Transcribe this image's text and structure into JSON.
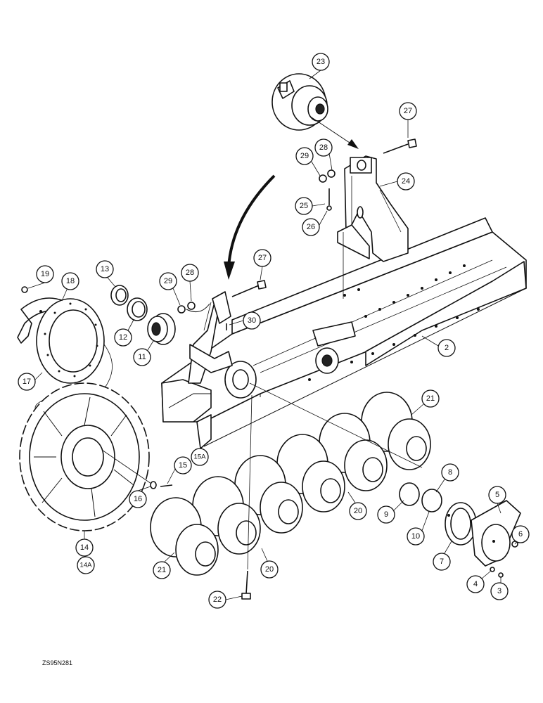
{
  "figure_code": "ZS95N281",
  "callouts": [
    {
      "id": "c23",
      "label": "23"
    },
    {
      "id": "c27a",
      "label": "27"
    },
    {
      "id": "c28a",
      "label": "28"
    },
    {
      "id": "c29a",
      "label": "29"
    },
    {
      "id": "c24",
      "label": "24"
    },
    {
      "id": "c25",
      "label": "25"
    },
    {
      "id": "c26",
      "label": "26"
    },
    {
      "id": "c19",
      "label": "19"
    },
    {
      "id": "c18",
      "label": "18"
    },
    {
      "id": "c13",
      "label": "13"
    },
    {
      "id": "c29b",
      "label": "29"
    },
    {
      "id": "c28b",
      "label": "28"
    },
    {
      "id": "c27b",
      "label": "27"
    },
    {
      "id": "c30",
      "label": "30"
    },
    {
      "id": "c12",
      "label": "12"
    },
    {
      "id": "c11",
      "label": "11"
    },
    {
      "id": "c2",
      "label": "2"
    },
    {
      "id": "c17",
      "label": "17"
    },
    {
      "id": "c21a",
      "label": "21"
    },
    {
      "id": "c15",
      "label": "15"
    },
    {
      "id": "c15a",
      "label": "15A"
    },
    {
      "id": "c16",
      "label": "16"
    },
    {
      "id": "c8",
      "label": "8"
    },
    {
      "id": "c5",
      "label": "5"
    },
    {
      "id": "c20a",
      "label": "20"
    },
    {
      "id": "c9",
      "label": "9"
    },
    {
      "id": "c10",
      "label": "10"
    },
    {
      "id": "c6",
      "label": "6"
    },
    {
      "id": "c7",
      "label": "7"
    },
    {
      "id": "c14",
      "label": "14"
    },
    {
      "id": "c14a",
      "label": "14A"
    },
    {
      "id": "c21b",
      "label": "21"
    },
    {
      "id": "c20b",
      "label": "20"
    },
    {
      "id": "c4",
      "label": "4"
    },
    {
      "id": "c3",
      "label": "3"
    },
    {
      "id": "c22",
      "label": "22"
    }
  ]
}
